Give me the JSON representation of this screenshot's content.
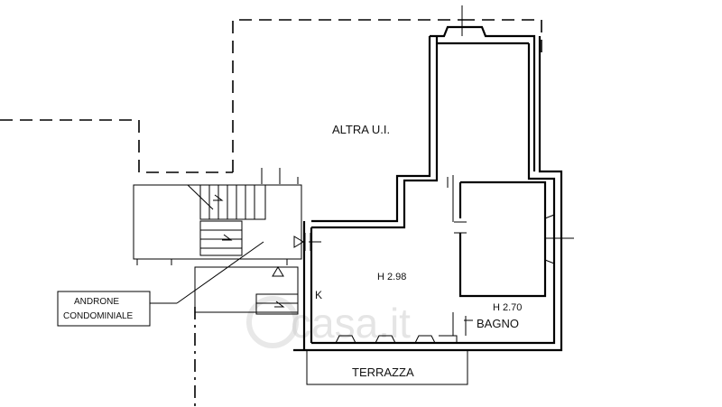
{
  "labels": {
    "altra_ui": "ALTRA U.I.",
    "height_main": "H 2.98",
    "kitchen": "K",
    "height_bath": "H 2.70",
    "bathroom": "BAGNO",
    "terrace": "TERRAZZA",
    "androne_line1": "ANDRONE",
    "androne_line2": "CONDOMINIALE"
  },
  "watermark": {
    "text": "casa.it",
    "color": "#cfcfcf"
  },
  "colors": {
    "line": "#000000",
    "background": "#ffffff"
  }
}
